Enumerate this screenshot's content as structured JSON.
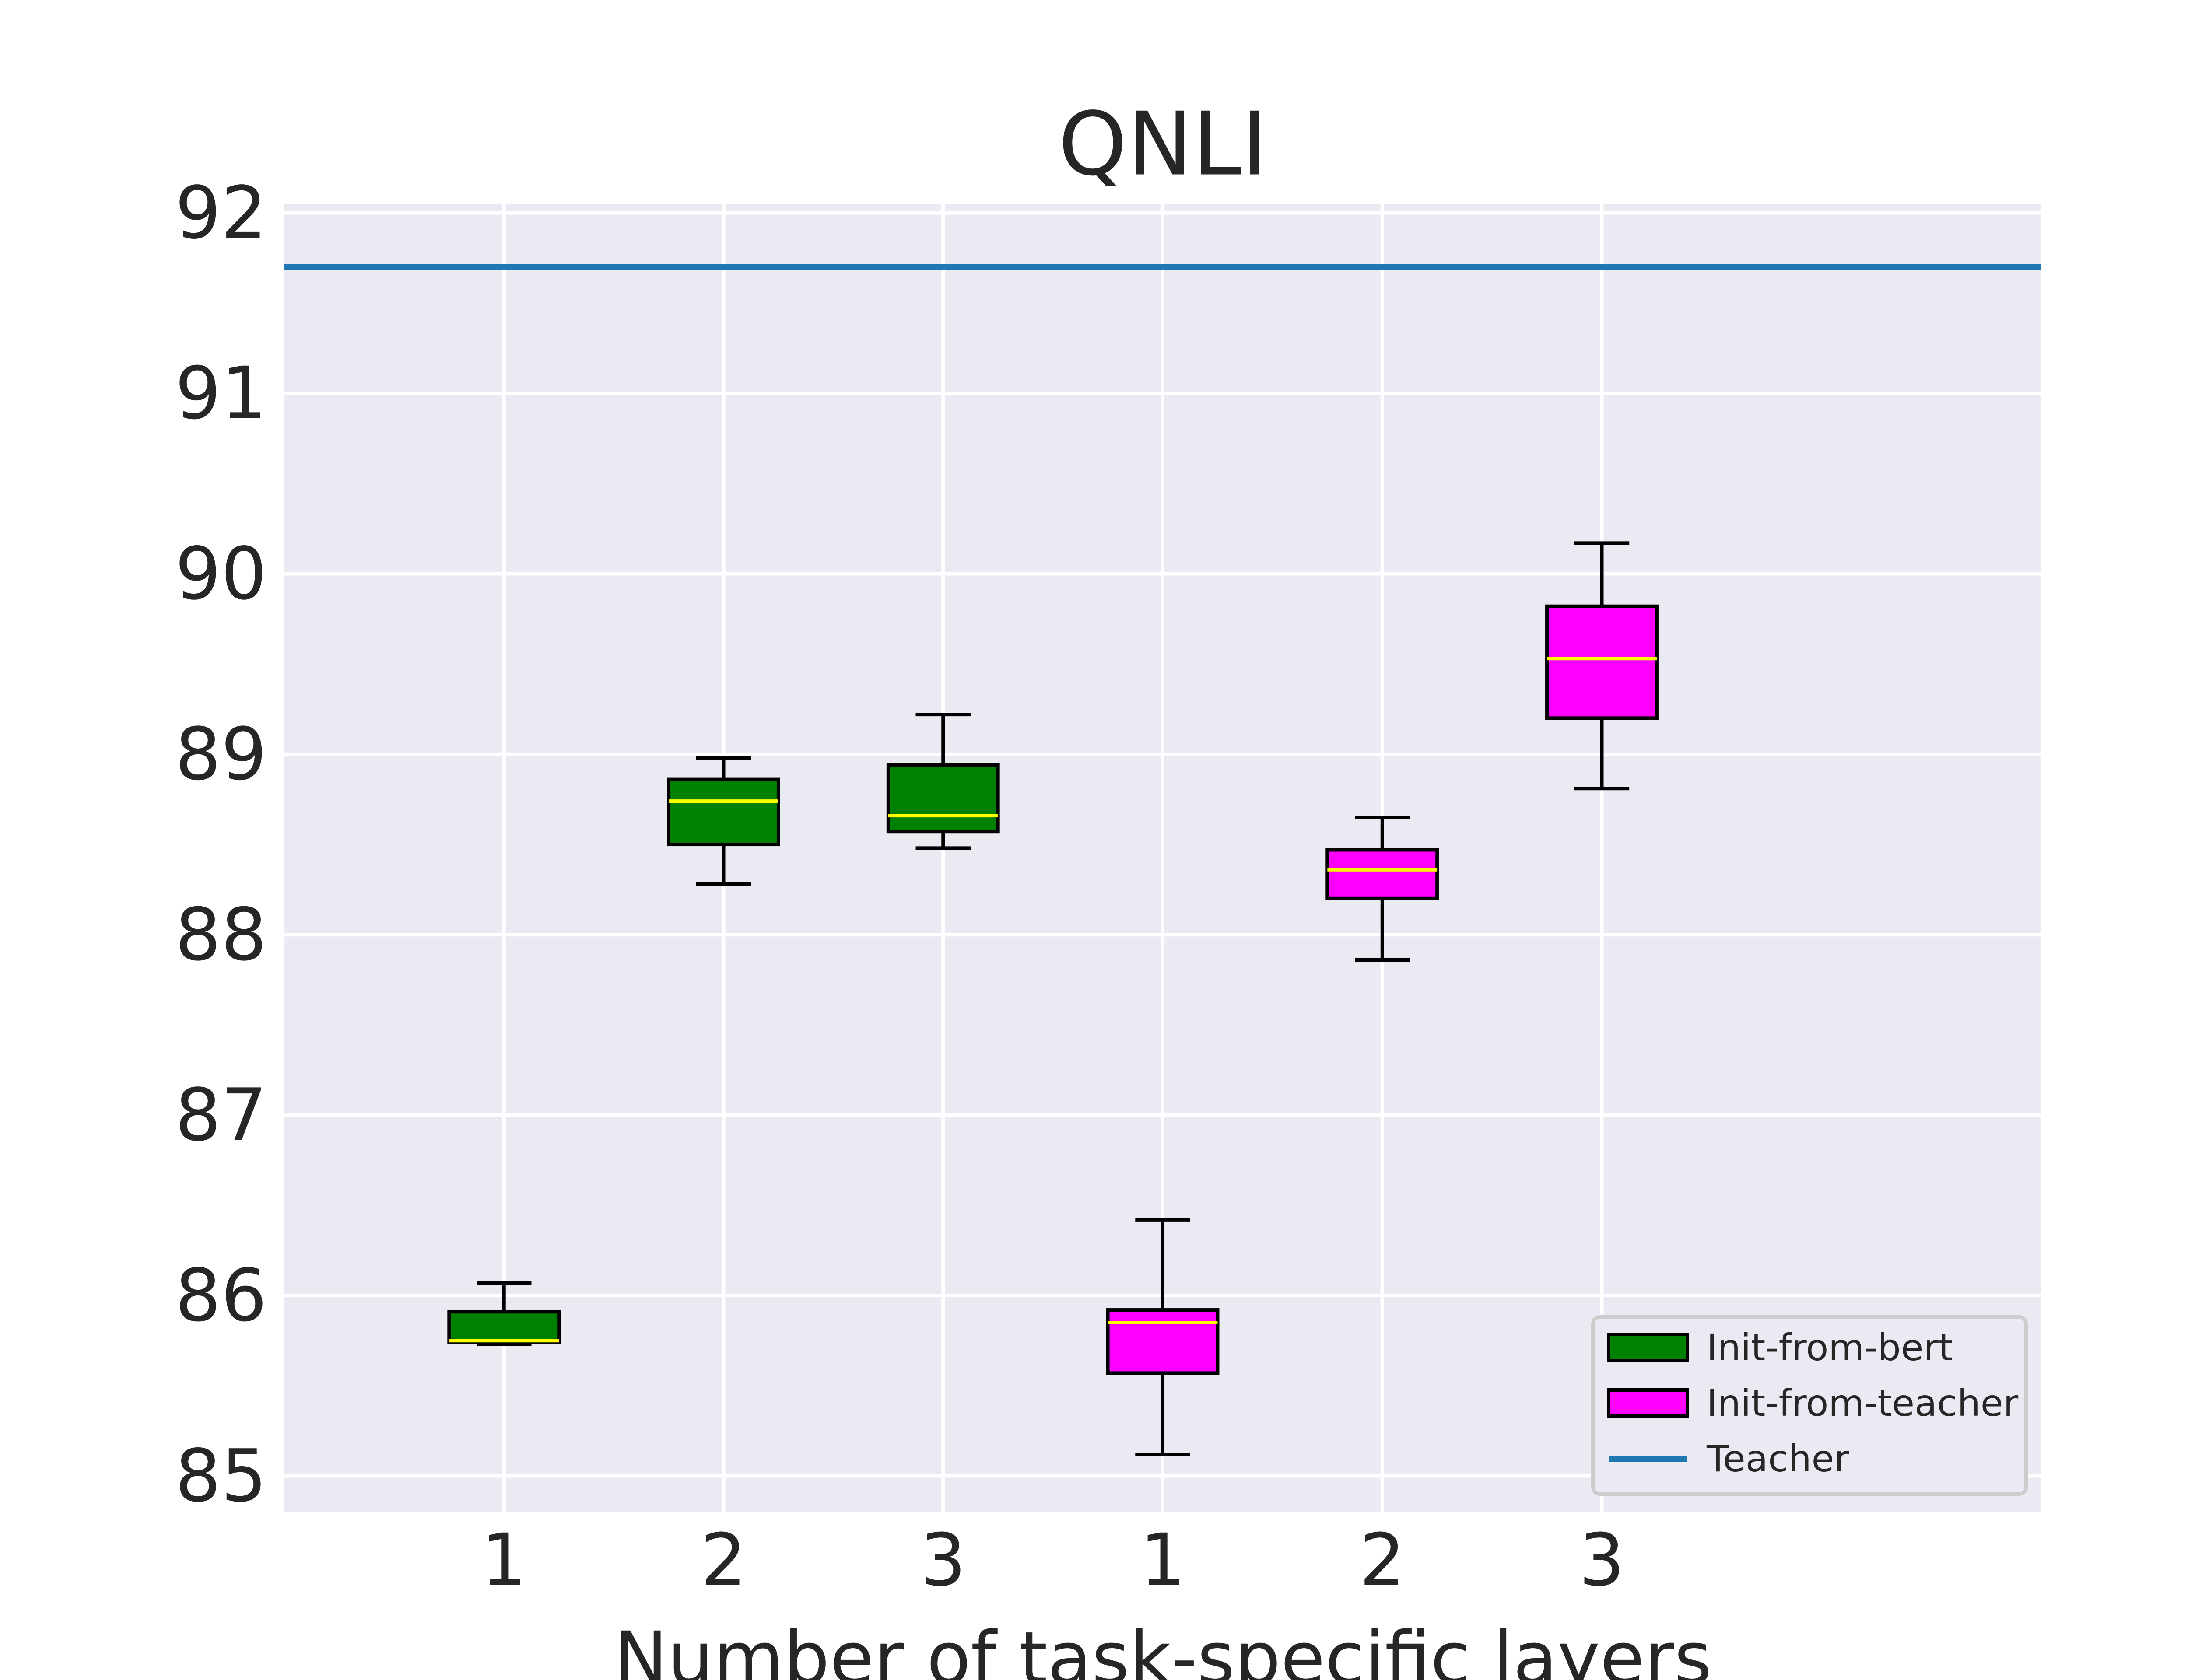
{
  "chart_data": {
    "type": "box",
    "title": "QNLI",
    "xlabel": "Number of task-specific layers",
    "ylabel": "",
    "ylim": [
      84.8,
      92.05
    ],
    "yticks": [
      85,
      86,
      87,
      88,
      89,
      90,
      91,
      92
    ],
    "grid": true,
    "legend_position": "lower-right",
    "categories": [
      "1",
      "2",
      "3",
      "1",
      "2",
      "3"
    ],
    "series": [
      {
        "name": "Init-from-bert",
        "color": "#008000",
        "median_color": "#ffff00",
        "boxes": [
          {
            "position": 1,
            "label": "1",
            "whisker_low": 85.73,
            "q1": 85.74,
            "median": 85.75,
            "q3": 85.91,
            "whisker_high": 86.07
          },
          {
            "position": 2,
            "label": "2",
            "whisker_low": 88.28,
            "q1": 88.5,
            "median": 88.74,
            "q3": 88.86,
            "whisker_high": 88.98
          },
          {
            "position": 3,
            "label": "3",
            "whisker_low": 88.48,
            "q1": 88.57,
            "median": 88.66,
            "q3": 88.94,
            "whisker_high": 89.22
          }
        ]
      },
      {
        "name": "Init-from-teacher",
        "color": "#ff00ff",
        "median_color": "#ffff00",
        "boxes": [
          {
            "position": 4,
            "label": "1",
            "whisker_low": 85.12,
            "q1": 85.57,
            "median": 85.85,
            "q3": 85.92,
            "whisker_high": 86.42
          },
          {
            "position": 5,
            "label": "2",
            "whisker_low": 87.86,
            "q1": 88.2,
            "median": 88.36,
            "q3": 88.47,
            "whisker_high": 88.65
          },
          {
            "position": 6,
            "label": "3",
            "whisker_low": 88.81,
            "q1": 89.2,
            "median": 89.53,
            "q3": 89.82,
            "whisker_high": 90.17
          }
        ]
      }
    ],
    "reference_lines": [
      {
        "name": "Teacher",
        "y": 91.7,
        "color": "#1f77b4"
      }
    ],
    "legend": [
      "Init-from-bert",
      "Init-from-teacher",
      "Teacher"
    ]
  }
}
